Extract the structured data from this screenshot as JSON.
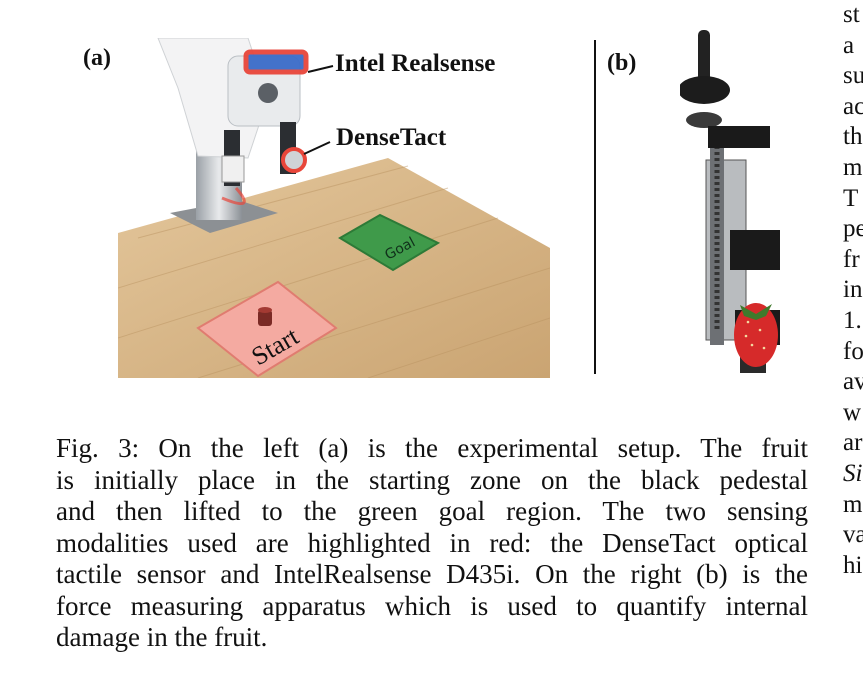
{
  "figure": {
    "panel_a_label": "(a)",
    "panel_b_label": "(b)",
    "callout_realsense": "Intel Realsense",
    "callout_densetact": "DenseTact",
    "goal_label": "Goal",
    "start_label": "Start",
    "colors": {
      "table": "#d9b688",
      "goal": "#3f9a4a",
      "start": "#f2a59c",
      "highlight": "#e8463a",
      "strawberry": "#d62a2a"
    }
  },
  "caption_lines": [
    "Fig. 3: On the left (a) is the experimental setup. The fruit",
    "is initially place in the starting zone on the black pedestal",
    "and then lifted to the green goal region. The two sensing",
    "modalities used are highlighted in red: the DenseTact optical",
    "tactile sensor and IntelRealsense D435i. On the right (b) is the",
    "force measuring apparatus which is used to quantify internal",
    "damage in the fruit."
  ],
  "right_column_fragments": [
    "st",
    "a",
    "su",
    "ac",
    "th",
    "m",
    "T",
    "pe",
    "fr",
    "in",
    "1.",
    "fo",
    "av",
    "w",
    "ar",
    "Si",
    "m",
    "va",
    "hi"
  ]
}
